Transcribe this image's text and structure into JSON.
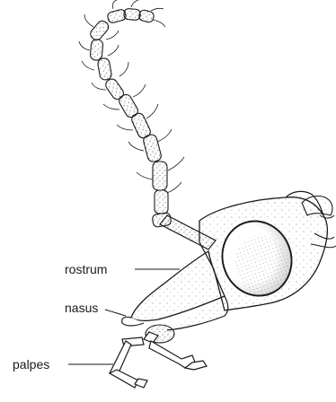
{
  "labels": {
    "rostrum": "rostrum",
    "nasus": "nasus",
    "palpes": "palpes"
  },
  "colors": {
    "ink": "#1a1a1a",
    "background": "#ffffff"
  }
}
